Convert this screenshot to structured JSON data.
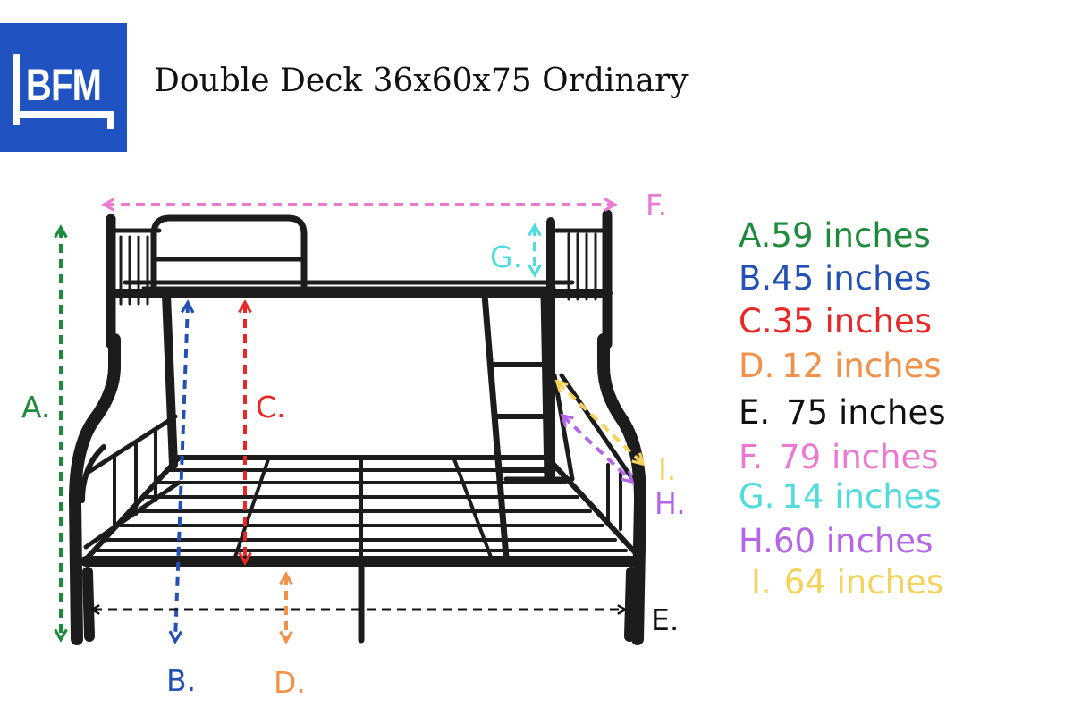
{
  "logo": {
    "text": "BFM"
  },
  "title": "Double Deck 36x60x75 Ordinary",
  "colors": {
    "A": "#1e8a3c",
    "B": "#2350b4",
    "C": "#e82828",
    "D": "#f2914a",
    "E": "#111111",
    "F": "#ec78d2",
    "G": "#50dcdc",
    "H": "#b466e6",
    "I": "#f5d25a",
    "logo_bg": "#2152c1"
  },
  "diagram": {
    "icons": [
      "bunk-bed-photo",
      "dimension-arrow"
    ],
    "tags": {
      "A": "A.",
      "B": "B.",
      "C": "C.",
      "D": "D.",
      "E": "E.",
      "F": "F.",
      "G": "G.",
      "H": "H.",
      "I": "I."
    }
  },
  "legend": [
    {
      "letter": "A.",
      "value": "59 inches"
    },
    {
      "letter": "B.",
      "value": "45 inches"
    },
    {
      "letter": "C.",
      "value": "35 inches"
    },
    {
      "letter": "D.",
      "value": "12 inches"
    },
    {
      "letter": "E.",
      "value": "75 inches"
    },
    {
      "letter": "F.",
      "value": "79 inches"
    },
    {
      "letter": "G.",
      "value": "14 inches"
    },
    {
      "letter": "H.",
      "value": "60 inches"
    },
    {
      "letter": "I.",
      "value": "64 inches"
    }
  ]
}
